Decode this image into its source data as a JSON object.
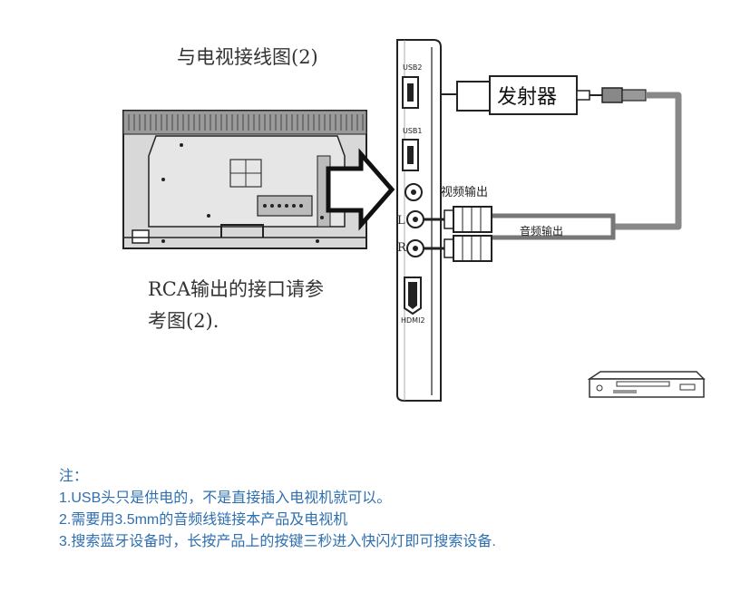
{
  "diagram": {
    "title": "与电视接线图(2)",
    "caption_lines": [
      "RCA输出的接口请参",
      "考图(2)."
    ],
    "ports": {
      "usb2": "USB2",
      "usb1": "USB1",
      "hdmi": "HDMI2",
      "left": "L",
      "right": "R"
    },
    "labels": {
      "video_out": "视频输出",
      "audio_out": "音频输出",
      "transmitter": "发射器"
    }
  },
  "notes": {
    "heading": "注：",
    "items": [
      "1.USB头只是供电的，不是直接插入电视机就可以。",
      "2.需要用3.5mm的音频线链接本产品及电视机",
      "3.搜索蓝牙设备时，长按产品上的按键三秒进入快闪灯即可搜索设备."
    ]
  },
  "colors": {
    "notes_text": "#2e6fb0",
    "cable": "#888888",
    "line": "#222222"
  }
}
